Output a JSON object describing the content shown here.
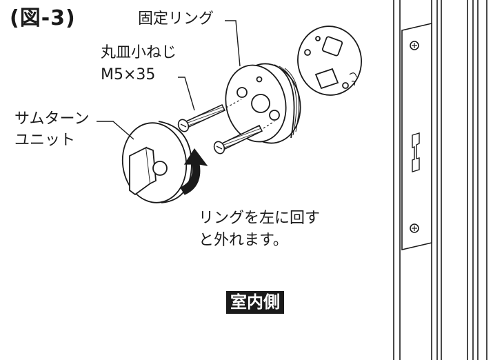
{
  "figure": {
    "title": "(図-3)",
    "ring_label": "固定リング",
    "screw_label_line1": "丸皿小ねじ",
    "screw_label_line2": "M5×35",
    "thumbturn_label_line1": "サムターン",
    "thumbturn_label_line2": "ユニット",
    "instruction_line1": "リングを左に回す",
    "instruction_line2": "と外れます。",
    "side_badge": "室内側"
  },
  "colors": {
    "ink": "#1a1a1a",
    "badge_bg": "#1a1a1a",
    "badge_text": "#ffffff",
    "background": "#ffffff"
  },
  "icons": [
    "rotate-left-arrow-icon",
    "screw-icon",
    "thumbturn-unit-icon"
  ]
}
